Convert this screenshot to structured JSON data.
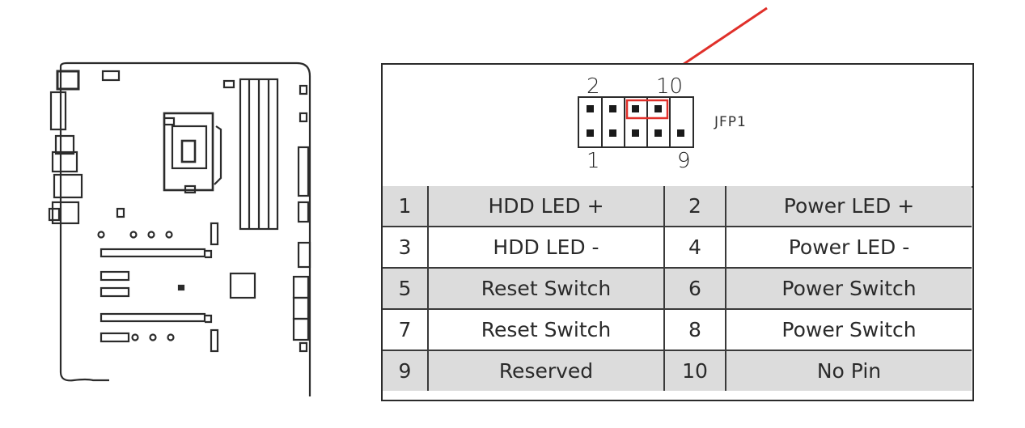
{
  "colors": {
    "line": "#2b2b2b",
    "shaded_row": "#dcdcdc",
    "highlight": "#e0302a",
    "arrow": "#e0302a"
  },
  "header": {
    "name": "JFP1",
    "top_left_pin": "2",
    "top_right_pin": "10",
    "bottom_left_pin": "1",
    "bottom_right_pin": "9"
  },
  "rows": [
    {
      "pin_a": "1",
      "func_a": "HDD LED +",
      "pin_b": "2",
      "func_b": "Power LED +"
    },
    {
      "pin_a": "3",
      "func_a": "HDD LED -",
      "pin_b": "4",
      "func_b": "Power LED -"
    },
    {
      "pin_a": "5",
      "func_a": "Reset Switch",
      "pin_b": "6",
      "func_b": "Power Switch"
    },
    {
      "pin_a": "7",
      "func_a": "Reset Switch",
      "pin_b": "8",
      "func_b": "Power Switch"
    },
    {
      "pin_a": "9",
      "func_a": "Reserved",
      "pin_b": "10",
      "func_b": "No Pin"
    }
  ]
}
